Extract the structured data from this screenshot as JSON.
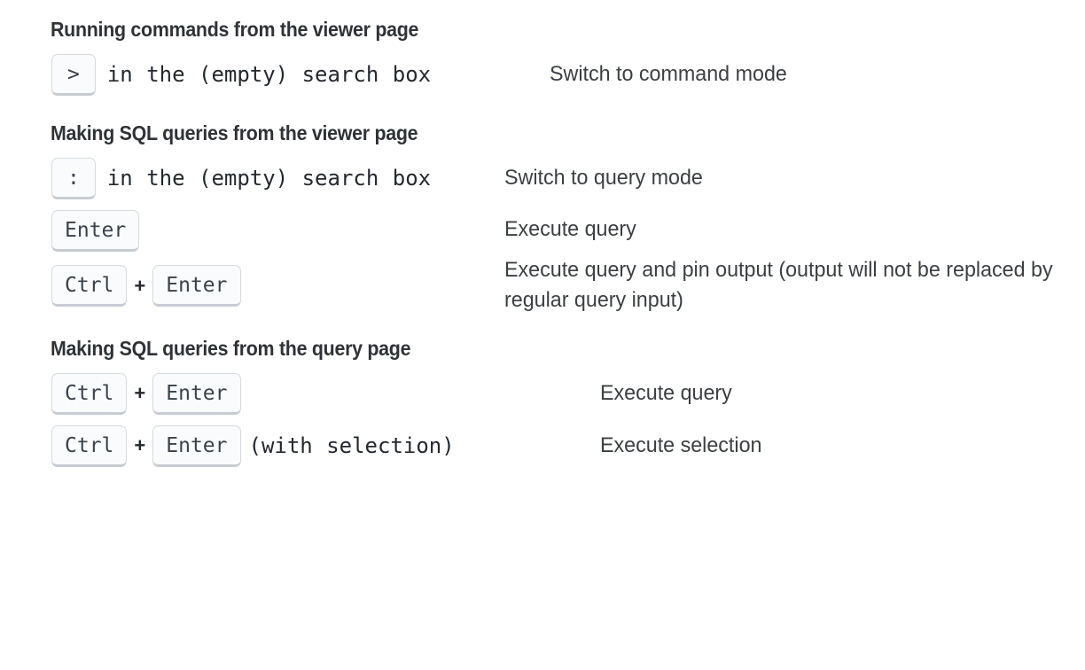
{
  "page": {
    "background": "#ffffff",
    "text_color": "#24292f",
    "kbd_bg": "#fafbfc",
    "kbd_border": "#d6dade",
    "kbd_text": "#3a424b"
  },
  "sections": [
    {
      "heading": "Running commands from the viewer page",
      "rows": [
        {
          "key": ">",
          "suffix": "in the (empty) search box",
          "description": "Switch to command mode"
        }
      ]
    },
    {
      "heading": "Making SQL queries from the viewer page",
      "rows": [
        {
          "key": ":",
          "suffix": "in the (empty) search box",
          "description": "Switch to query mode"
        },
        {
          "key": "Enter",
          "suffix": "",
          "description": "Execute query"
        },
        {
          "key": "Ctrl",
          "plus": "+",
          "key2": "Enter",
          "suffix": "",
          "description": "Execute query and pin output (output will not be replaced by regular query input)"
        }
      ]
    },
    {
      "heading": "Making SQL queries from the query page",
      "rows": [
        {
          "key": "Ctrl",
          "plus": "+",
          "key2": "Enter",
          "suffix": "",
          "description": "Execute query"
        },
        {
          "key": "Ctrl",
          "plus": "+",
          "key2": "Enter",
          "suffix": "(with selection)",
          "description": "Execute selection"
        }
      ]
    }
  ]
}
